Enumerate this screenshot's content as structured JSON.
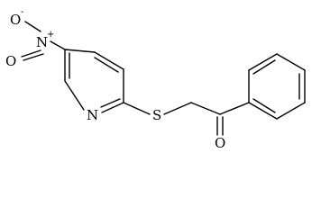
{
  "molecule": {
    "atoms": {
      "nitro_oxygen_minus": "O",
      "nitro_charge_minus": "-",
      "nitro_nitrogen": "N",
      "nitro_charge_plus": "+",
      "nitro_oxygen_double": "O",
      "ring_nitrogen": "N",
      "thioether_sulfur": "S",
      "ketone_oxygen": "O"
    },
    "colors": {
      "bond": "#000000",
      "label": "#000000",
      "background": "#ffffff"
    }
  }
}
